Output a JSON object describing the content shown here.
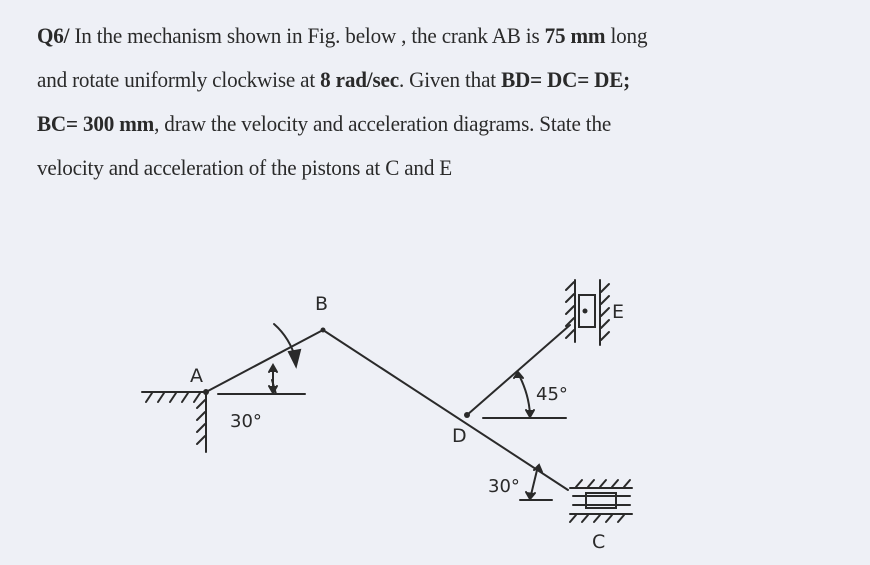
{
  "question": {
    "number": "Q6/",
    "line1_a": "In the mechanism shown in Fig. below , the crank AB is ",
    "line1_b": "75 mm",
    "line1_c": " long",
    "line2_a": "and rotate uniformly clockwise at ",
    "line2_b": "8 rad/sec",
    "line2_c": ". Given that ",
    "line2_d": "BD= DC= DE;",
    "line3_a": "BC= 300 mm",
    "line3_b": ", draw the velocity and acceleration diagrams. State the",
    "line4": "velocity and acceleration of the pistons at C and E"
  },
  "figure": {
    "labels": {
      "A": "A",
      "B": "B",
      "C": "C",
      "D": "D",
      "E": "E"
    },
    "angles": {
      "crank": "30°",
      "de": "45°",
      "dc": "30°"
    }
  }
}
